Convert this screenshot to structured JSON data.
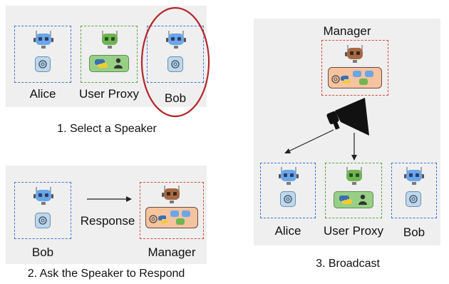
{
  "step1": {
    "alice": "Alice",
    "user_proxy": "User Proxy",
    "bob": "Bob",
    "caption": "1. Select a Speaker"
  },
  "step2": {
    "bob": "Bob",
    "arrow_label": "Response",
    "manager": "Manager",
    "caption": "2. Ask the Speaker to Respond"
  },
  "step3": {
    "manager": "Manager",
    "alice": "Alice",
    "user_proxy": "User Proxy",
    "bob": "Bob",
    "caption": "3. Broadcast"
  },
  "colors": {
    "panel": "#efefef",
    "blue_dash": "#3f74d6",
    "green_dash": "#5aa342",
    "red_dash": "#d24a34",
    "highlight_circle": "#b3262b"
  }
}
